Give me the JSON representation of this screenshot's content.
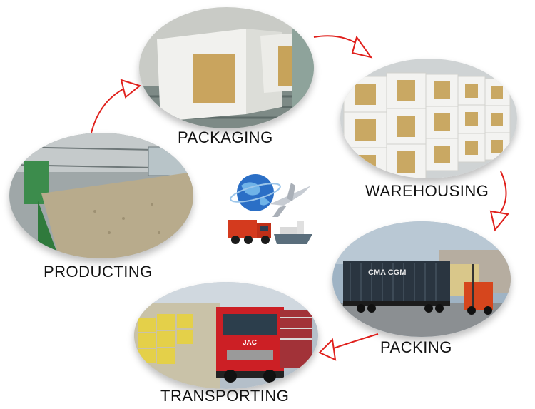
{
  "steps": {
    "packaging": "PACKAGING",
    "warehousing": "WAREHOUSING",
    "packing": "PACKING",
    "transporting": "TRANSPORTING",
    "producting": "PRODUCTING"
  },
  "container_text": "CMA CGM",
  "truck_brand": "JAC",
  "arrow_color": "#e0201c"
}
